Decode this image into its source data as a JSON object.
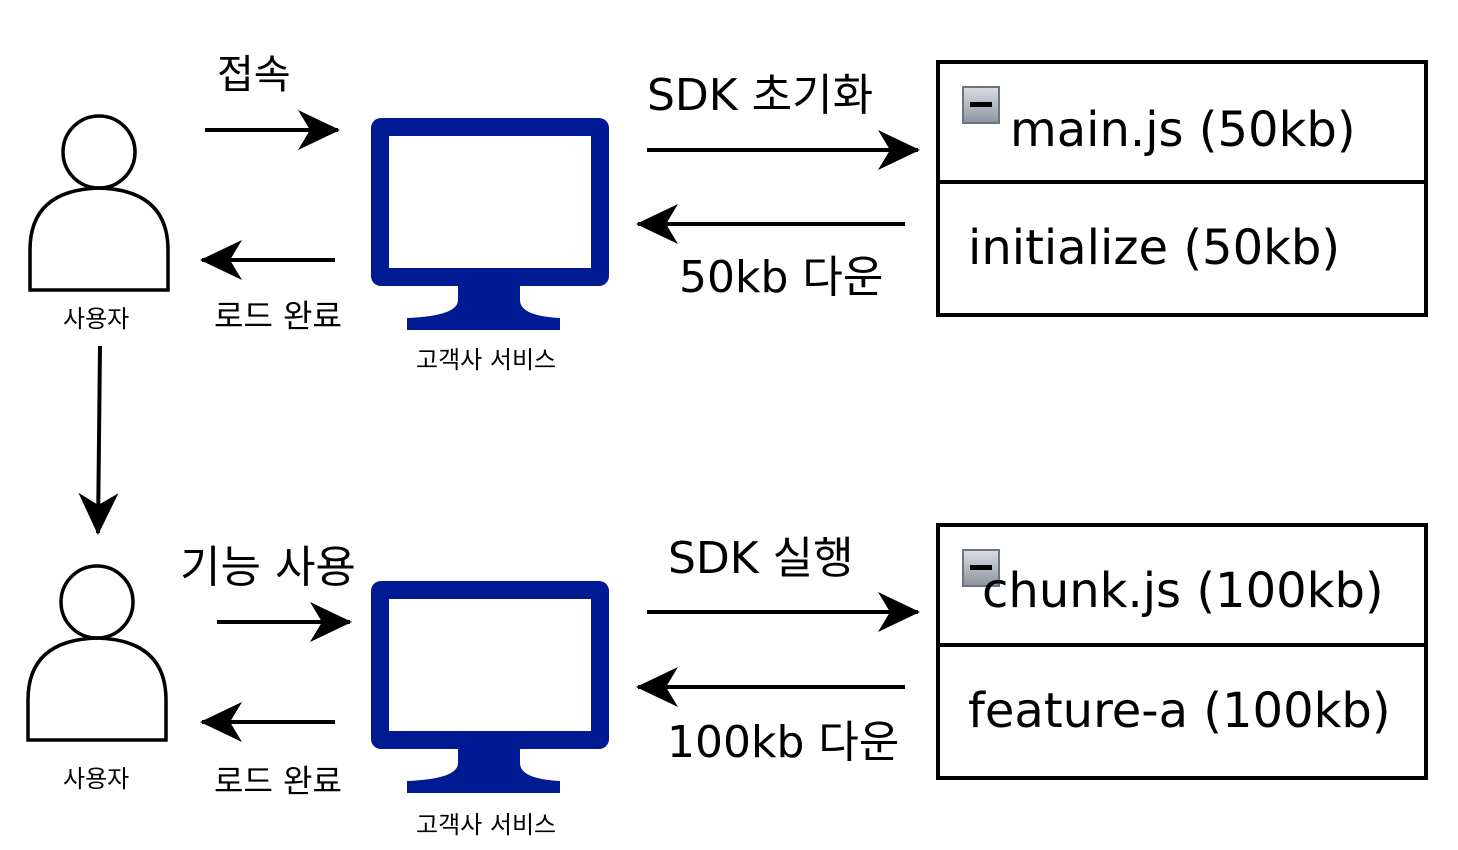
{
  "top": {
    "user_label": "사용자",
    "service_label": "고객사 서비스",
    "connect_label": "접속",
    "load_done_label": "로드 완료",
    "sdk_label": "SDK 초기화",
    "download_label": "50kb 다운",
    "bundle": {
      "header": "main.js (50kb)",
      "rows": [
        "initialize (50kb)"
      ]
    }
  },
  "bottom": {
    "user_label": "사용자",
    "service_label": "고객사 서비스",
    "use_label": "기능 사용",
    "load_done_label": "로드 완료",
    "sdk_label": "SDK 실행",
    "download_label": "100kb 다운",
    "bundle": {
      "header": "chunk.js (100kb)",
      "rows": [
        "feature-a (100kb)"
      ]
    }
  },
  "colors": {
    "monitor": "#001a94",
    "stroke": "#000000",
    "collapse_icon": "#8e96a3"
  },
  "icons": [
    "user-icon",
    "monitor-icon",
    "collapse-icon",
    "arrow-icon"
  ]
}
